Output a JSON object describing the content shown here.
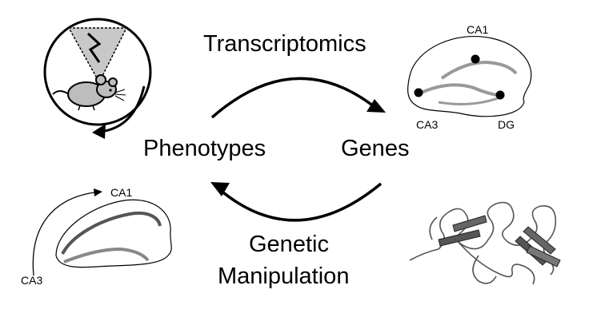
{
  "labels": {
    "transcriptomics": "Transcriptomics",
    "phenotypes": "Phenotypes",
    "genes": "Genes",
    "genetic": "Genetic",
    "manipulation": "Manipulation"
  },
  "hippocampus_top": {
    "ca1": "CA1",
    "ca3": "CA3",
    "dg": "DG"
  },
  "hippocampus_bottom": {
    "ca1": "CA1",
    "ca3": "CA3"
  },
  "icons": [
    "mouse-icon",
    "lightning-icon",
    "hippocampus-icon",
    "protein-structure-icon",
    "cycle-arrow-icon"
  ]
}
